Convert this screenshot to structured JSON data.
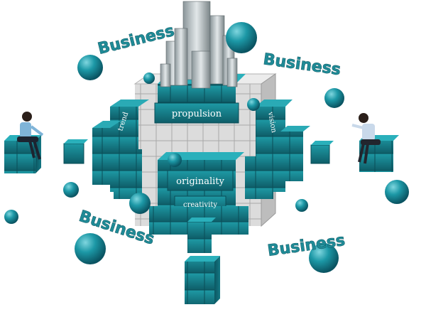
{
  "labels": {
    "business_top_left": "Business",
    "business_top_right": "Business",
    "business_bottom_left": "Business",
    "business_bottom_right": "Business",
    "propulsion": "propulsion",
    "trend": "trend",
    "vision": "vision",
    "originality": "originality",
    "creativity": "creativity"
  },
  "colors": {
    "teal": "#1a8a94",
    "teal_dark": "#0c5560",
    "teal_light": "#3bb3bd",
    "grey": "#d8d8d8",
    "grey_dark": "#a9a9a9",
    "white": "#ffffff"
  }
}
